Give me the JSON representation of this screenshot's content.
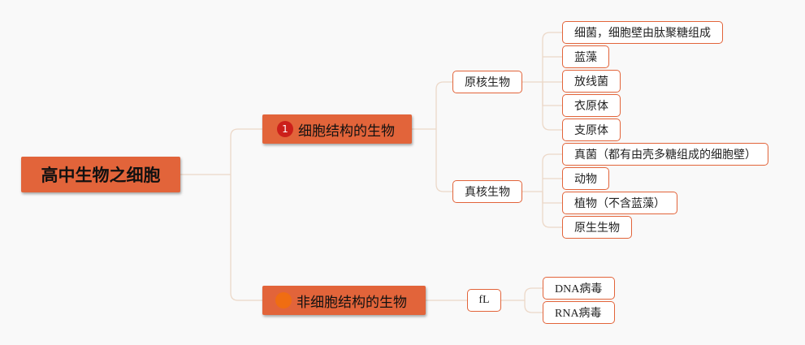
{
  "root": {
    "label": "高中生物之细胞"
  },
  "branches": [
    {
      "badge": "1",
      "label": "细胞结构的生物",
      "groups": [
        {
          "label": "原核生物",
          "items": [
            "细菌，细胞壁由肽聚糖组成",
            "蓝藻",
            "放线菌",
            "衣原体",
            "支原体"
          ]
        },
        {
          "label": "真核生物",
          "items": [
            "真菌（都有由壳多糖组成的细胞壁）",
            "动物",
            "植物（不含蓝藻）",
            "原生生物"
          ]
        }
      ]
    },
    {
      "badge": "",
      "label": "非细胞结构的生物",
      "groups": [
        {
          "label": "fL",
          "items": [
            "DNA病毒",
            "RNA病毒"
          ]
        }
      ]
    }
  ],
  "colors": {
    "accent": "#e2643a",
    "line": "#ecd8c8",
    "badge_red": "#cc1f1a",
    "badge_orange": "#f06d12"
  }
}
